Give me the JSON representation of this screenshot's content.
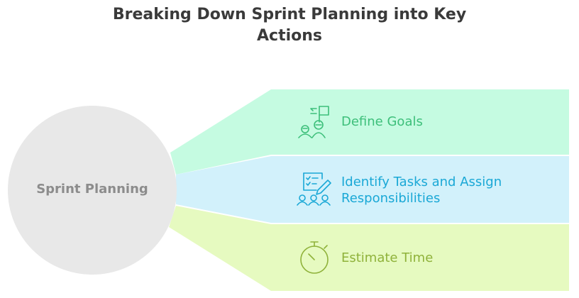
{
  "title": {
    "line1": "Breaking Down Sprint Planning into Key",
    "line2": "Actions"
  },
  "center": {
    "label": "Sprint Planning"
  },
  "branches": [
    {
      "label_lines": [
        "Define Goals"
      ],
      "icon": "goals-team-flag-icon",
      "color": "#3dbf7a",
      "fill": "#c5fbe1"
    },
    {
      "label_lines": [
        "Identify Tasks and Assign",
        "Responsibilities"
      ],
      "icon": "task-checklist-people-icon",
      "color": "#1aa8d6",
      "fill": "#d2f1fb"
    },
    {
      "label_lines": [
        "Estimate Time"
      ],
      "icon": "stopwatch-icon",
      "color": "#8fb23a",
      "fill": "#e6fac0"
    }
  ],
  "colors": {
    "center_fill": "#e8e8e8",
    "title": "#3a3a3a",
    "center_text": "#8c8c8c"
  }
}
